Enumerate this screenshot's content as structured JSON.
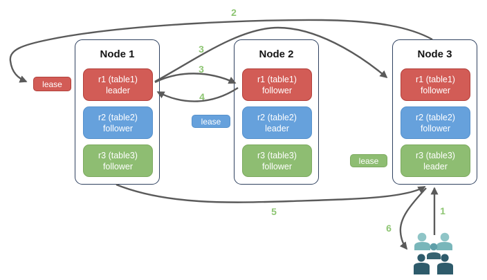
{
  "palette": {
    "node_border": "#2d3f5e",
    "red_fill": "#d25c56",
    "red_border": "#b13f3a",
    "blue_fill": "#66a1dc",
    "blue_border": "#5590cb",
    "green_fill": "#8ebd72",
    "green_border": "#7ca95f",
    "arrow": "#5a5a5a",
    "step_green": "#8dc572",
    "users_teal_head": "#8fc5c7",
    "users_teal_body": "#79b6ba",
    "users_mid_head": "#5f9fa9",
    "users_mid_body": "#356270",
    "users_dark": "#2e5b6b"
  },
  "nodes": [
    {
      "title": "Node 1",
      "replicas": [
        {
          "name": "r1 (table1)",
          "role": "leader",
          "color": "red"
        },
        {
          "name": "r2 (table2)",
          "role": "follower",
          "color": "blue"
        },
        {
          "name": "r3 (table3)",
          "role": "follower",
          "color": "green"
        }
      ]
    },
    {
      "title": "Node 2",
      "replicas": [
        {
          "name": "r1 (table1)",
          "role": "follower",
          "color": "red"
        },
        {
          "name": "r2 (table2)",
          "role": "leader",
          "color": "blue"
        },
        {
          "name": "r3 (table3)",
          "role": "follower",
          "color": "green"
        }
      ]
    },
    {
      "title": "Node 3",
      "replicas": [
        {
          "name": "r1 (table1)",
          "role": "follower",
          "color": "red"
        },
        {
          "name": "r2 (table2)",
          "role": "follower",
          "color": "blue"
        },
        {
          "name": "r3 (table3)",
          "role": "leader",
          "color": "green"
        }
      ]
    }
  ],
  "leases": [
    {
      "label": "lease",
      "color": "red"
    },
    {
      "label": "lease",
      "color": "blue"
    },
    {
      "label": "lease",
      "color": "green"
    }
  ],
  "steps": [
    {
      "name": "step-1-user-request",
      "label": "1"
    },
    {
      "name": "step-2-top-arc",
      "label": "2"
    },
    {
      "name": "step-3-to-node3",
      "label": "3"
    },
    {
      "name": "step-3-to-node2",
      "label": "3"
    },
    {
      "name": "step-4-ack-to-node1",
      "label": "4"
    },
    {
      "name": "step-5-bottom-arc",
      "label": "5"
    },
    {
      "name": "step-6-response-to-users",
      "label": "6"
    }
  ],
  "icons": {
    "users": "users-group-icon"
  }
}
